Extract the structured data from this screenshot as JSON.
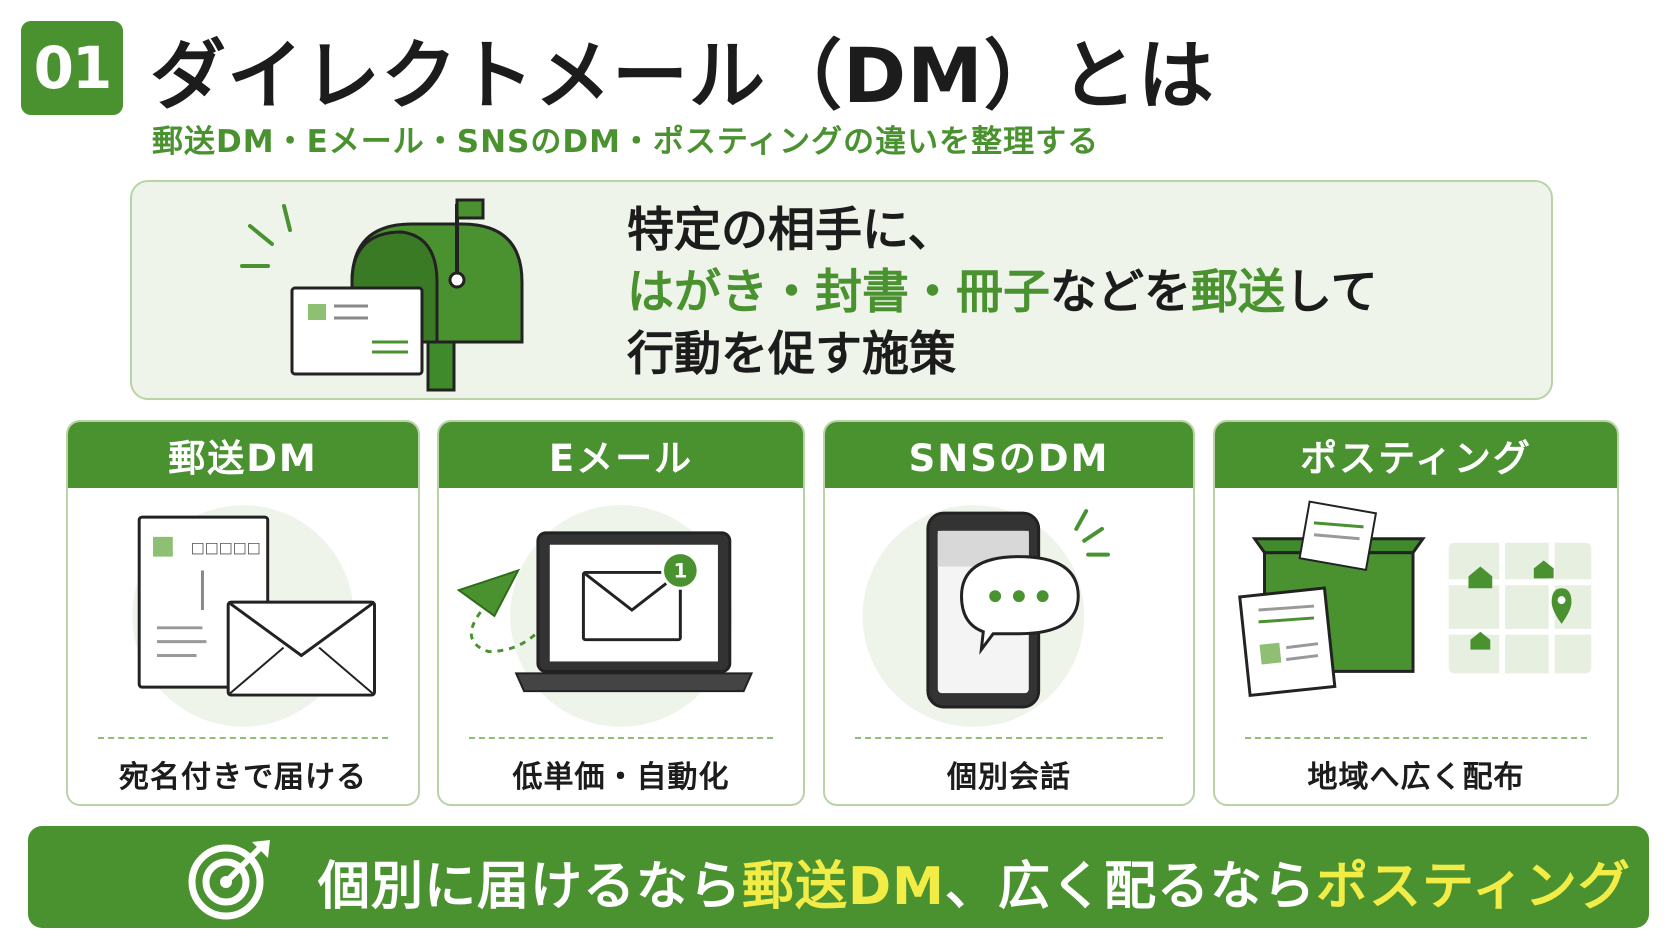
{
  "header": {
    "number": "01",
    "title": "ダイレクトメール（DM）とは",
    "subtitle": "郵送DM・Eメール・SNSのDM・ポスティングの違いを整理する"
  },
  "definition": {
    "line1": "特定の相手に、",
    "line2_hl1": "はがき・封書・冊子",
    "line2_mid": "などを",
    "line2_hl2": "郵送",
    "line2_end": "して",
    "line3": "行動を促す施策"
  },
  "cards": [
    {
      "title": "郵送DM",
      "caption": "宛名付きで届ける",
      "postal_box": "□□□□□"
    },
    {
      "title": "Eメール",
      "caption": "低単価・自動化",
      "badge": "1"
    },
    {
      "title": "SNSのDM",
      "caption": "個別会話"
    },
    {
      "title": "ポスティング",
      "caption": "地域へ広く配布"
    }
  ],
  "bottom": {
    "part1": "個別に届けるなら",
    "hl1": "郵送DM",
    "part2": "、広く配るなら",
    "hl2": "ポスティング"
  },
  "colors": {
    "accent": "#4a9130",
    "accent_light": "#eef4e9",
    "highlight_yellow": "#f2ec46"
  }
}
